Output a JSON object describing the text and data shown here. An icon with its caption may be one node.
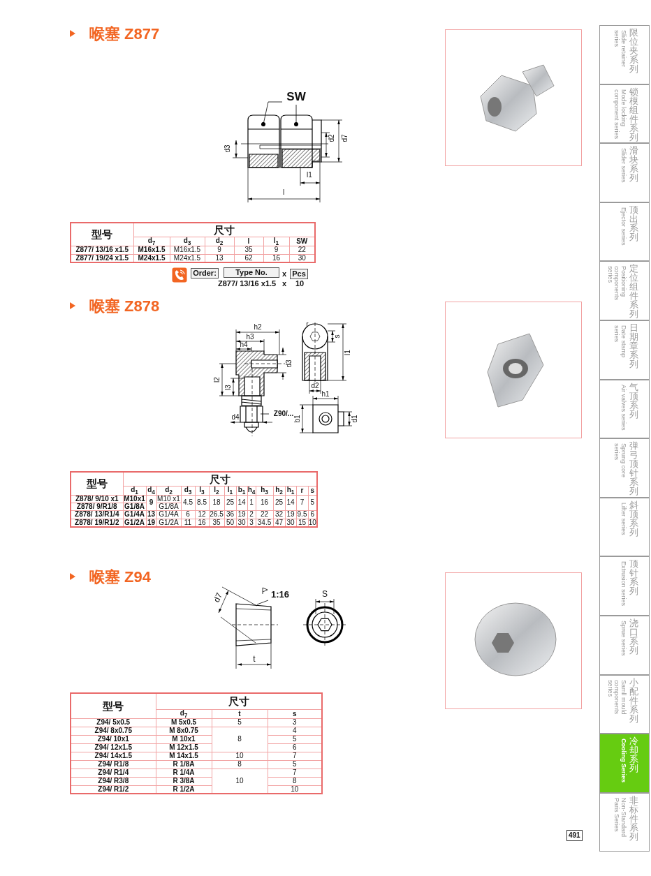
{
  "diagram": {
    "nodes": [
      {
        "text": [
          "SW"
        ]
      },
      {
        "text": [
          "Z90/..."
        ]
      },
      {
        "text": [
          "1:16"
        ]
      },
      {
        "text": [
          "限位夹系列",
          "Slide retainer series"
        ]
      },
      {
        "text": [
          "锁模组件系列",
          "Mode locking component series"
        ]
      },
      {
        "text": [
          "滑块系列",
          "Slider series"
        ]
      },
      {
        "text": [
          "顶出系列",
          "Ejector series"
        ]
      },
      {
        "text": [
          "定位组件系列",
          "Positioning components series"
        ]
      },
      {
        "text": [
          "日期章系列",
          "Date stamp series"
        ]
      },
      {
        "text": [
          "气顶系列",
          "Air valves series"
        ]
      },
      {
        "text": [
          "弹弓顶针系列",
          "Sprung core series"
        ]
      },
      {
        "text": [
          "斜顶系列",
          "Lifter series"
        ]
      },
      {
        "text": [
          "顶针系列",
          "Extrusion series"
        ]
      },
      {
        "text": [
          "浇口系列",
          "Sprue series"
        ]
      },
      {
        "text": [
          "小配件系列",
          "Samll mould components series"
        ]
      },
      {
        "text": [
          "冷却系列",
          "Cooling Series"
        ]
      },
      {
        "text": [
          "非标件系列",
          "Non-Standard Paris Series"
        ]
      }
    ],
    "edges": [
      {
        "from": 0,
        "to": null,
        "arrow": "other"
      },
      {
        "from": 0,
        "to": null,
        "arrow": "other"
      },
      {
        "from": 1,
        "to": null,
        "arrow": "none"
      },
      {
        "from": 2,
        "to": null,
        "arrow": "none"
      }
    ],
    "labels": [
      "喉塞 Z877",
      "d3",
      "d2",
      "d7",
      "l1",
      "l",
      "型号",
      "尺寸",
      "d$_{7}$",
      "d$_{3}$",
      "d$_{2}$",
      "l",
      "l$_{1}$",
      "SW",
      "Z877/ 13/16 x1.5",
      "M16x1.5",
      "M16x1.5",
      "9",
      "35",
      "9",
      "22",
      "Z877/ 19/24 x1.5",
      "M24x1.5",
      "M24x1.5",
      "13",
      "62",
      "16",
      "30",
      "Order:",
      "Type No.",
      "x",
      "Pcs",
      "Z877/ 13/16 x1.5",
      "x",
      "10",
      "喉塞 Z878",
      "h2",
      "h3",
      "h4",
      "d3",
      "l2",
      "l3",
      "d4",
      "r",
      "s",
      "l1",
      "d2",
      "h1",
      "b1",
      "d1",
      "型号",
      "尺寸",
      "d$_{1}$",
      "d$_{4}$",
      "d$_{2}$",
      "d$_{3}$",
      "l$_{3}$",
      "l$_{2}$",
      "l$_{1}$",
      "b$_{1}$",
      "h$_{4}$",
      "h$_{3}$",
      "h$_{2}$",
      "h$_{1}$",
      "r",
      "s",
      "Z878/ 9/10 x1",
      "M10x1",
      "9",
      "M10 x1",
      "4.5",
      "8.5",
      "18",
      "25",
      "14",
      "1",
      "16",
      "25",
      "14",
      "7",
      "5",
      "Z878/ 9/R1/8",
      "G1/8A",
      "G1/8A",
      "Z878/ 13/R1/4",
      "G1/4A",
      "13",
      "G1/4A",
      "6",
      "12",
      "26.5",
      "36",
      "19",
      "2",
      "22",
      "32",
      "19",
      "9.5",
      "6",
      "Z878/ 19/R1/2",
      "G1/2A",
      "19",
      "G1/2A",
      "11",
      "16",
      "35",
      "50",
      "30",
      "3",
      "34.5",
      "47",
      "30",
      "15",
      "10",
      "喉塞 Z94",
      "d7",
      "t",
      "S",
      "型号",
      "尺寸",
      "d$_{7}$",
      "t",
      "s",
      "Z94/ 5x0.5",
      "M 5x0.5",
      "5",
      "3",
      "Z94/ 8x0.75",
      "M 8x0.75",
      "8",
      "4",
      "Z94/ 10x1",
      "M 10x1",
      "5",
      "Z94/ 12x1.5",
      "M 12x1.5",
      "6",
      "Z94/ 14x1.5",
      "M 14x1.5",
      "10",
      "7",
      "Z94/ R1/8",
      "R 1/8A",
      "8",
      "5",
      "Z94/ R1/4",
      "R 1/4A",
      "10",
      "7",
      "Z94/ R3/8",
      "R 3/8A",
      "8",
      "Z94/ R1/2",
      "R 1/2A",
      "10",
      "491"
    ]
  }
}
